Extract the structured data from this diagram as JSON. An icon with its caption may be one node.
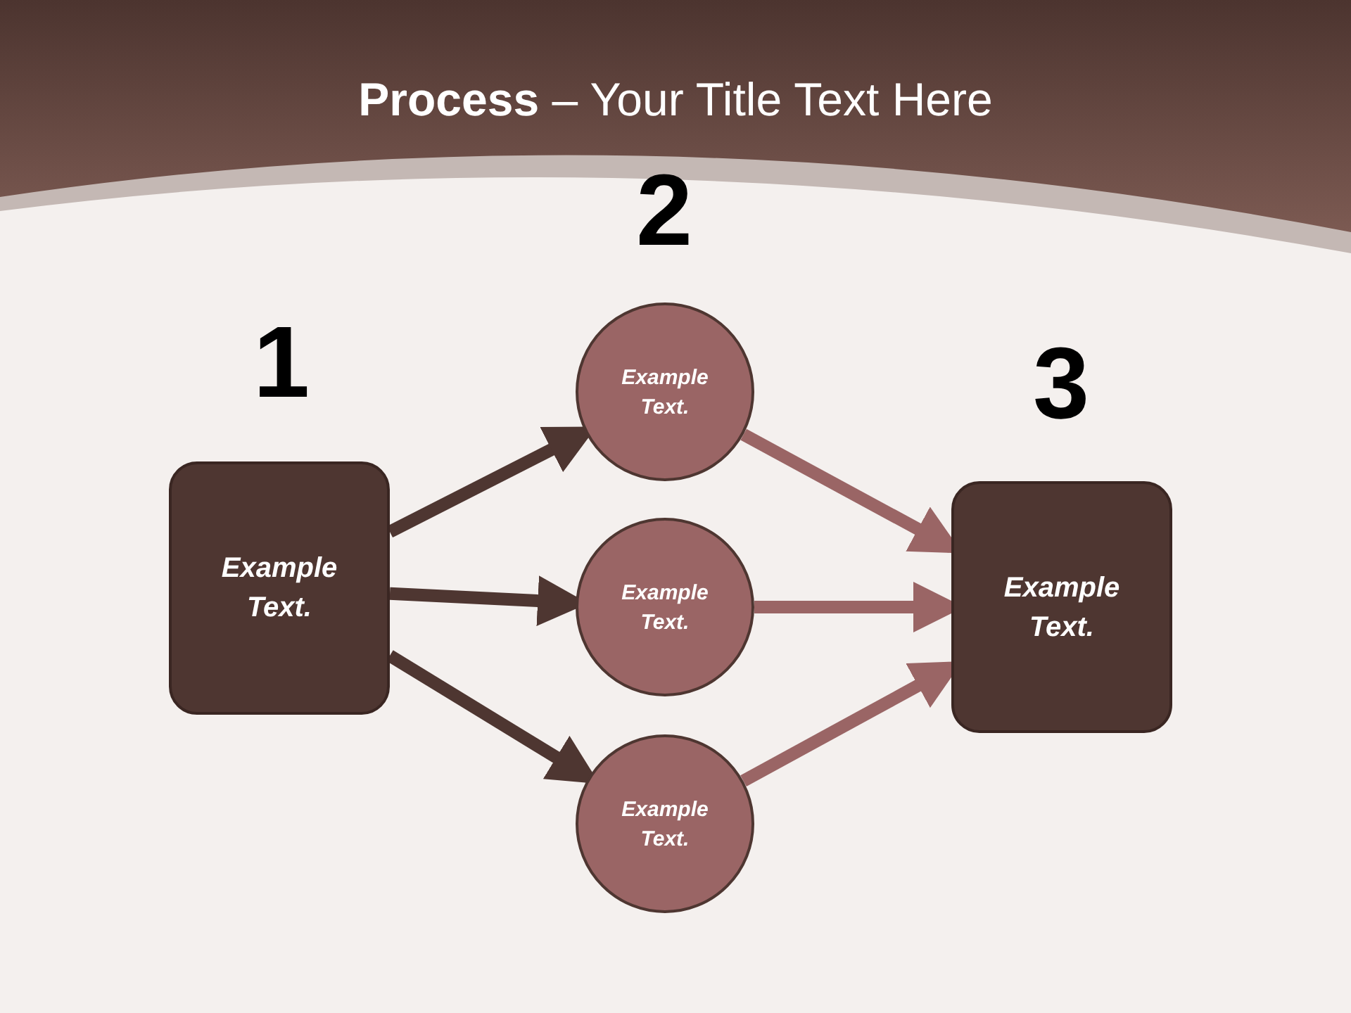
{
  "diagram": {
    "title": "**Process** – Your Title Text Here",
    "nodes": [
      {
        "text": [
          "Example Text."
        ]
      },
      {
        "text": [
          "Example Text."
        ]
      },
      {
        "text": [
          "Example Text."
        ]
      },
      {
        "text": [
          "Example Text."
        ]
      },
      {
        "text": [
          "Example Text."
        ]
      }
    ],
    "edges": [
      {
        "from": 0,
        "to": 1,
        "arrow": "to",
        "color": "#4e3631"
      },
      {
        "from": 0,
        "to": 2,
        "arrow": "to",
        "color": "#4e3631"
      },
      {
        "from": 0,
        "to": 3,
        "arrow": "to",
        "color": "#4e3631"
      },
      {
        "from": 1,
        "to": 4,
        "arrow": "to",
        "color": "#9a6565"
      },
      {
        "from": 2,
        "to": 4,
        "arrow": "to",
        "color": "#9a6565"
      },
      {
        "from": 3,
        "to": 4,
        "arrow": "to",
        "color": "#9a6565"
      }
    ],
    "labels": [
      "1",
      "2",
      "3"
    ]
  }
}
